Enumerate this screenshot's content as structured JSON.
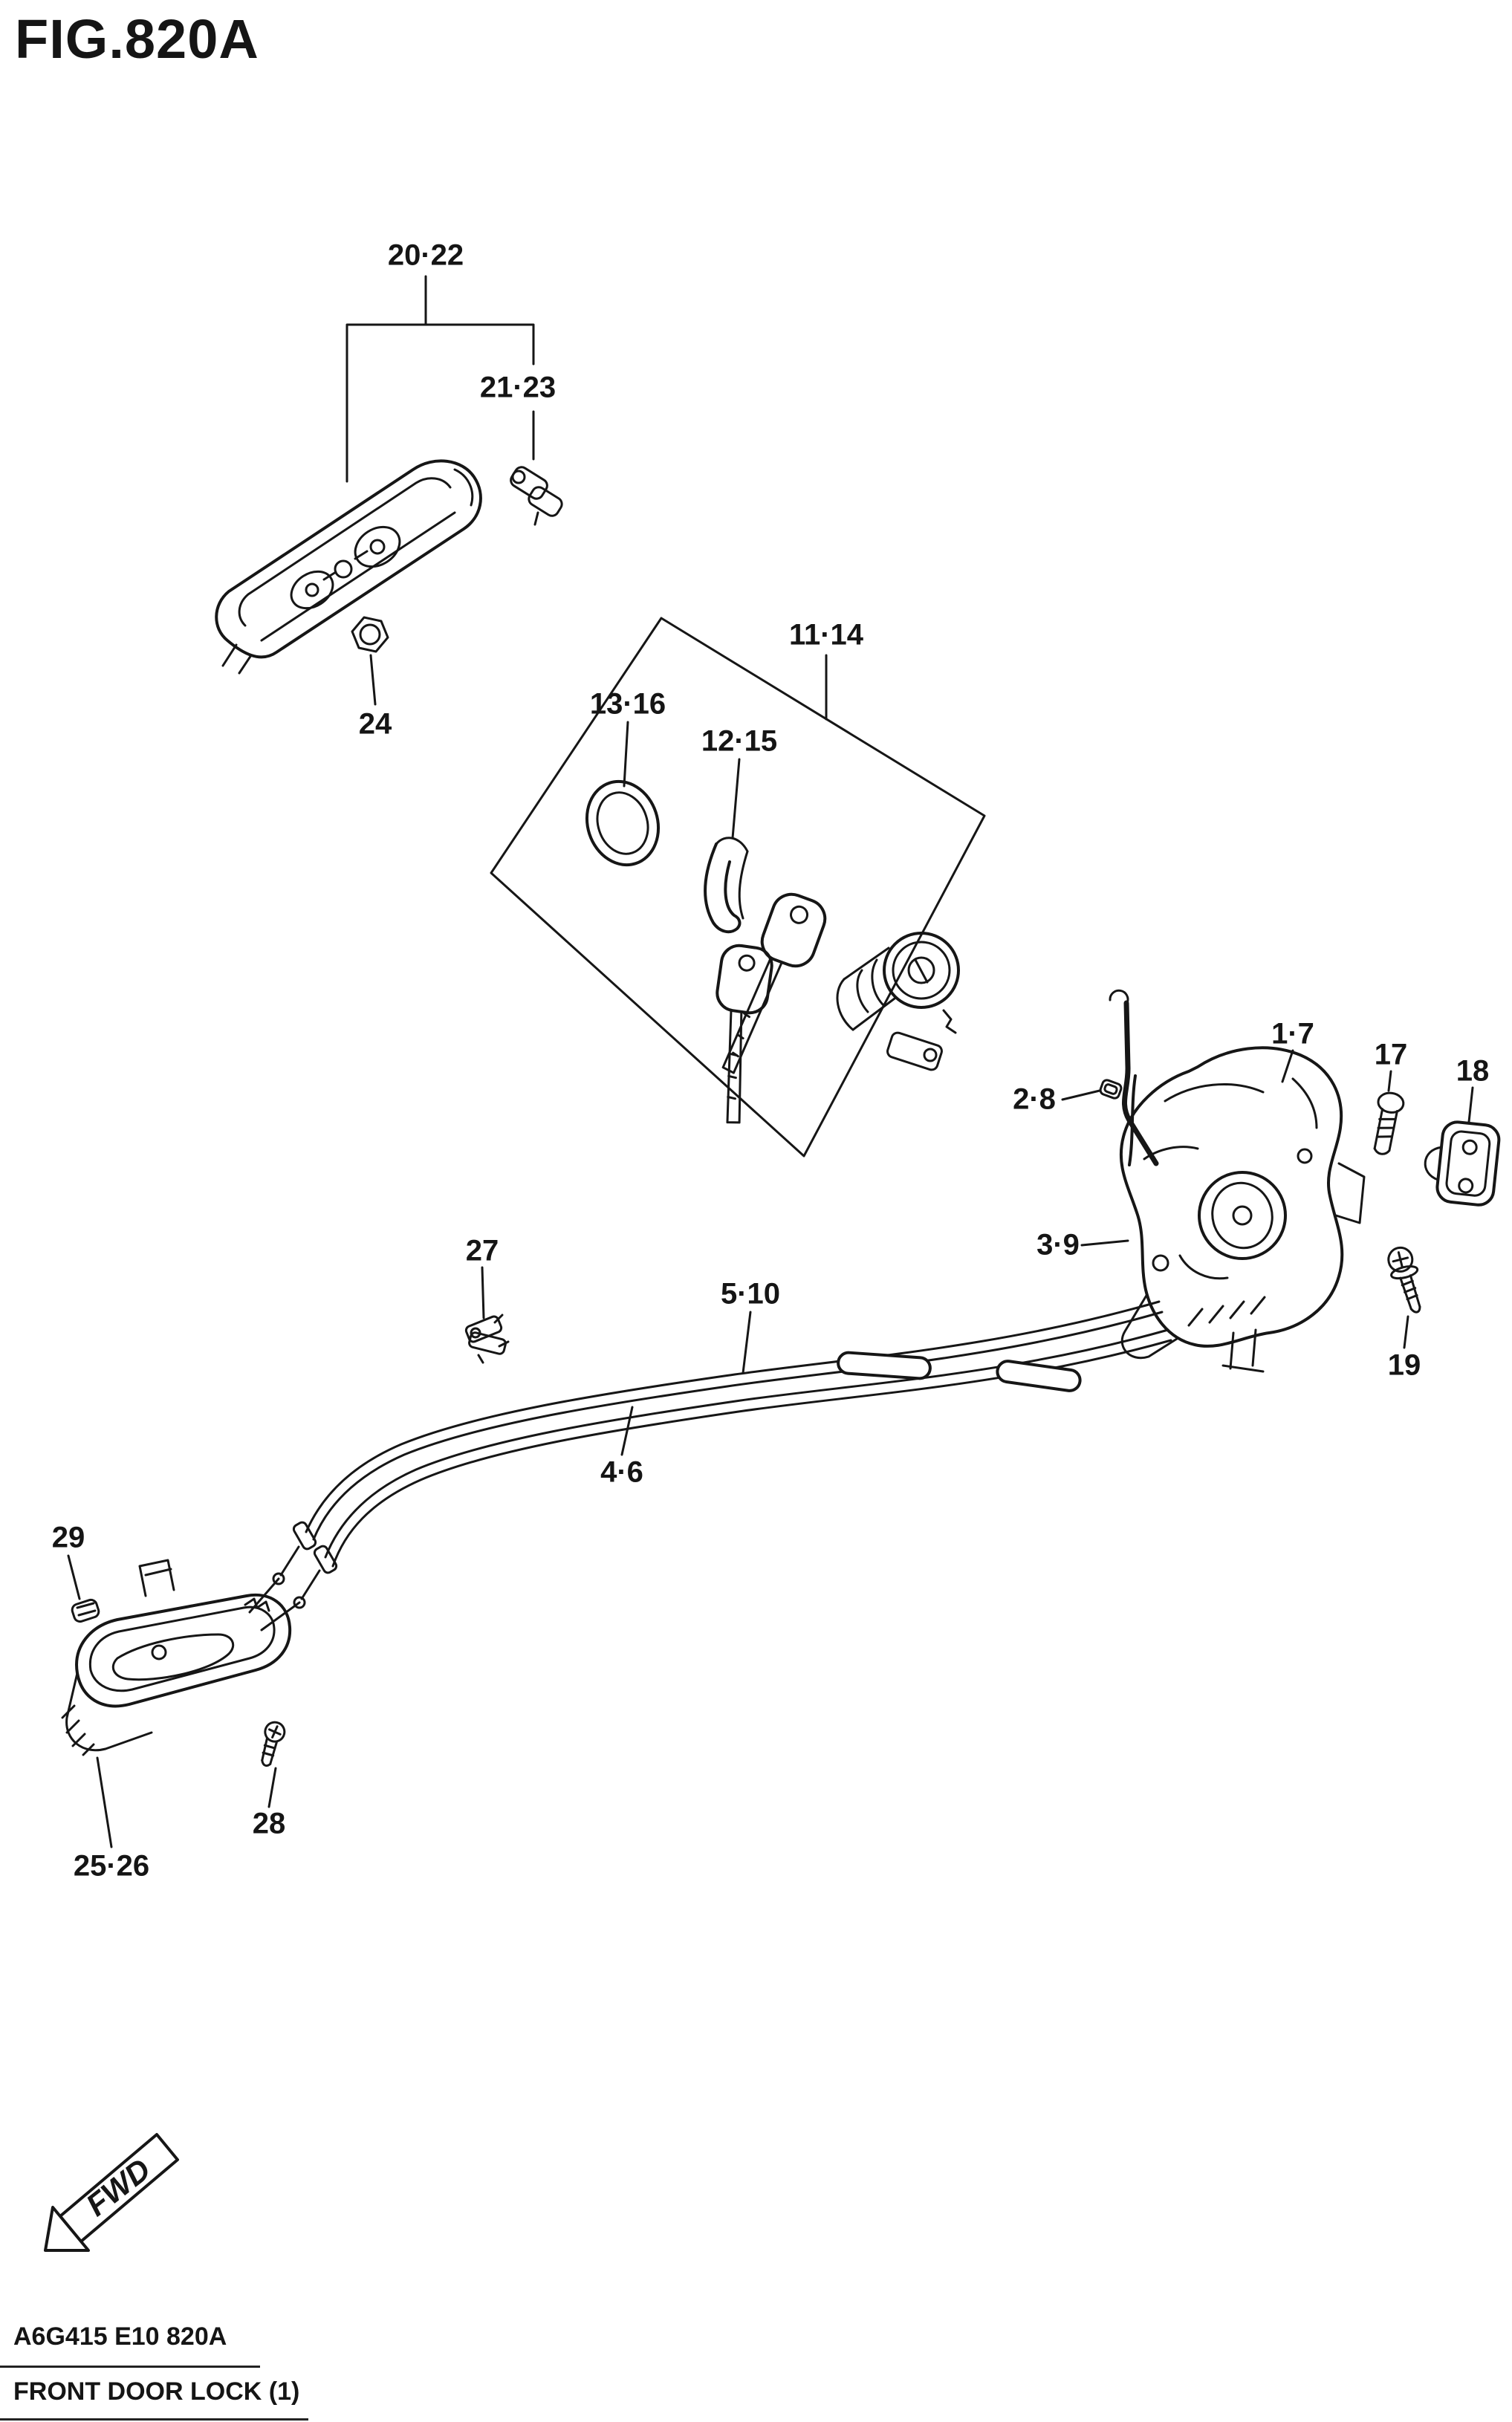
{
  "figure": {
    "title": "FIG.820A",
    "part_code": "A6G415 E10 820A",
    "caption": "FRONT DOOR LOCK (1)",
    "fwd_label": "FWD"
  },
  "callouts": {
    "c20_22": "20·22",
    "c21_23": "21·23",
    "c24": "24",
    "c13_16": "13·16",
    "c12_15": "12·15",
    "c11_14": "11·14",
    "c2_8": "2·8",
    "c1_7": "1·7",
    "c17": "17",
    "c18": "18",
    "c3_9": "3·9",
    "c19": "19",
    "c27": "27",
    "c5_10": "5·10",
    "c4_6": "4·6",
    "c29": "29",
    "c25_26": "25·26",
    "c28": "28"
  },
  "colors": {
    "line": "#161616",
    "background": "#ffffff"
  }
}
